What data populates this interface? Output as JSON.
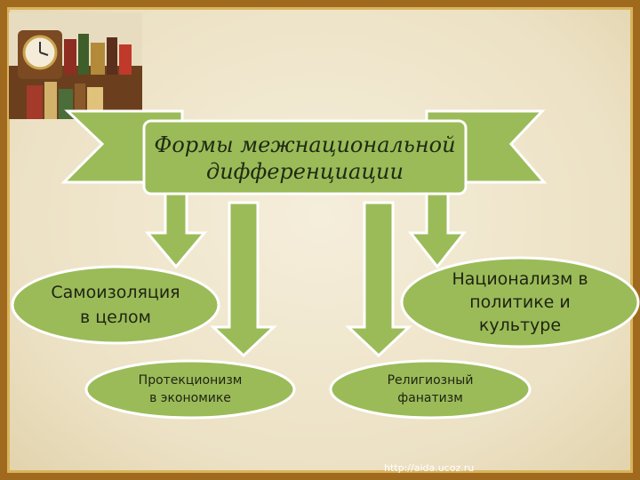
{
  "title": {
    "line1": "Формы межнациональной",
    "line2": "дифференциации"
  },
  "nodes": {
    "self_isolation": [
      "Самоизоляция",
      "в целом"
    ],
    "nationalism": [
      "Национализм в",
      "политике и",
      "культуре"
    ],
    "protectionism": [
      "Протекционизм",
      "в экономике"
    ],
    "religious": [
      "Религиозный",
      "фанатизм"
    ]
  },
  "footer": {
    "url": "http://aida.ucoz.ru"
  },
  "colors": {
    "green_fill": "#9bbb59",
    "green_dark": "#7a9a3c",
    "outline": "#ffffff",
    "frame": "#a06a1e"
  }
}
